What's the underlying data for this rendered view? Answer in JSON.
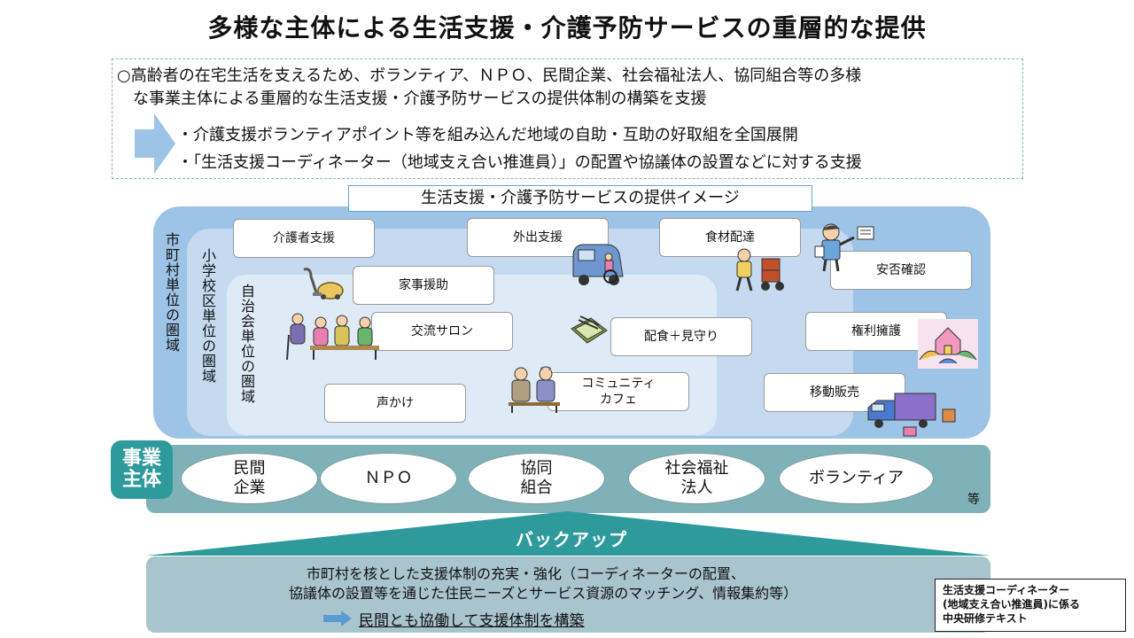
{
  "title": "多様な主体による生活支援・介護予防サービスの重層的な提供",
  "intro": {
    "line1": "○高齢者の在宅生活を支えるため、ボランティア、ＮＰＯ、民間企業、社会福祉法人、協同組合等の多様",
    "line2": "な事業主体による重層的な生活支援・介護予防サービスの提供体制の構築を支援",
    "bullet1": "・介護支援ボランティアポイント等を組み込んだ地域の自助・互助の好取組を全国展開",
    "bullet2": "・「生活支援コーディネーター（地域支え合い推進員）」の配置や協議体の設置などに対する支援"
  },
  "image_label": "生活支援・介護予防サービスの提供イメージ",
  "zones": {
    "municipal": "市町村単位の圏域",
    "school": "小学校区単位の圏域",
    "neighborhood": "自治会単位の圏域"
  },
  "services": {
    "caregiver_support": "介護者支援",
    "outing_support": "外出支援",
    "food_delivery": "食材配達",
    "housework": "家事援助",
    "safety_check": "安否確認",
    "salon": "交流サロン",
    "meal_watch": "配食＋見守り",
    "rights": "権利擁護",
    "greeting": "声かけ",
    "cafe_line1": "コミュニティ",
    "cafe_line2": "カフェ",
    "mobile_sales": "移動販売"
  },
  "entities": {
    "tag_line1": "事業",
    "tag_line2": "主体",
    "private_line1": "民間",
    "private_line2": "企業",
    "npo": "ＮＰＯ",
    "coop_line1": "協同",
    "coop_line2": "組合",
    "welfare_line1": "社会福祉",
    "welfare_line2": "法人",
    "volunteer": "ボランティア",
    "etc": "等"
  },
  "backup": {
    "title": "バックアップ",
    "line1": "市町村を核とした支援体制の充実・強化（コーディネーターの配置、",
    "line2": "協議体の設置等を通じた住民ニーズとサービス資源のマッチング、情報集約等）",
    "sub": "民間とも協働して支援体制を構築"
  },
  "note": {
    "line1": "生活支援コーディネーター",
    "line2": "(地域支え合い推進員)に係る",
    "line3": "中央研修テキスト"
  },
  "colors": {
    "zone_outer": "#9dc3e6",
    "zone_mid": "#c5daf0",
    "zone_inner": "#deebf7",
    "teal": "#2e9a9c",
    "entity_bar": "#7fb2b8",
    "backup_box": "#a8c4cc"
  }
}
